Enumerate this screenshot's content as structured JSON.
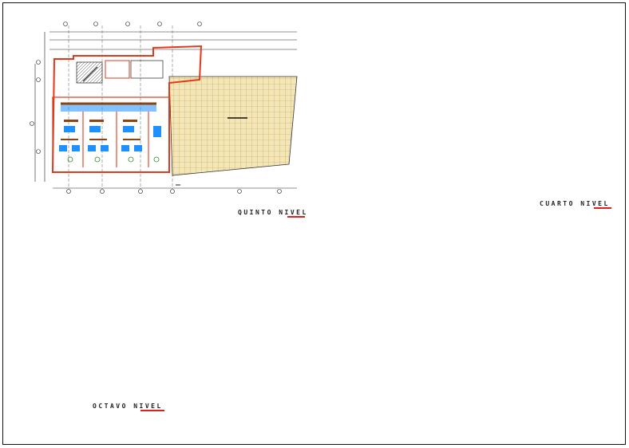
{
  "sheet": {
    "background": "#ffffff",
    "colors": {
      "wall": "#e03a1a",
      "structure": "#111111",
      "furniture": "#1e90ff",
      "wood": "#8b4513",
      "tile": "#c8a040",
      "green": "#2a8a2a"
    }
  },
  "plans": [
    {
      "id": "quinto",
      "title": "QUINTO NIVEL"
    },
    {
      "id": "cuarto",
      "title": "CUARTO NIVEL"
    },
    {
      "id": "octavo",
      "title": "OCTAVO NIVEL"
    },
    {
      "id": "ground",
      "title": ""
    }
  ],
  "icons": [
    "stair-icon",
    "column-grid-marker-icon",
    "north-arrow-icon"
  ]
}
